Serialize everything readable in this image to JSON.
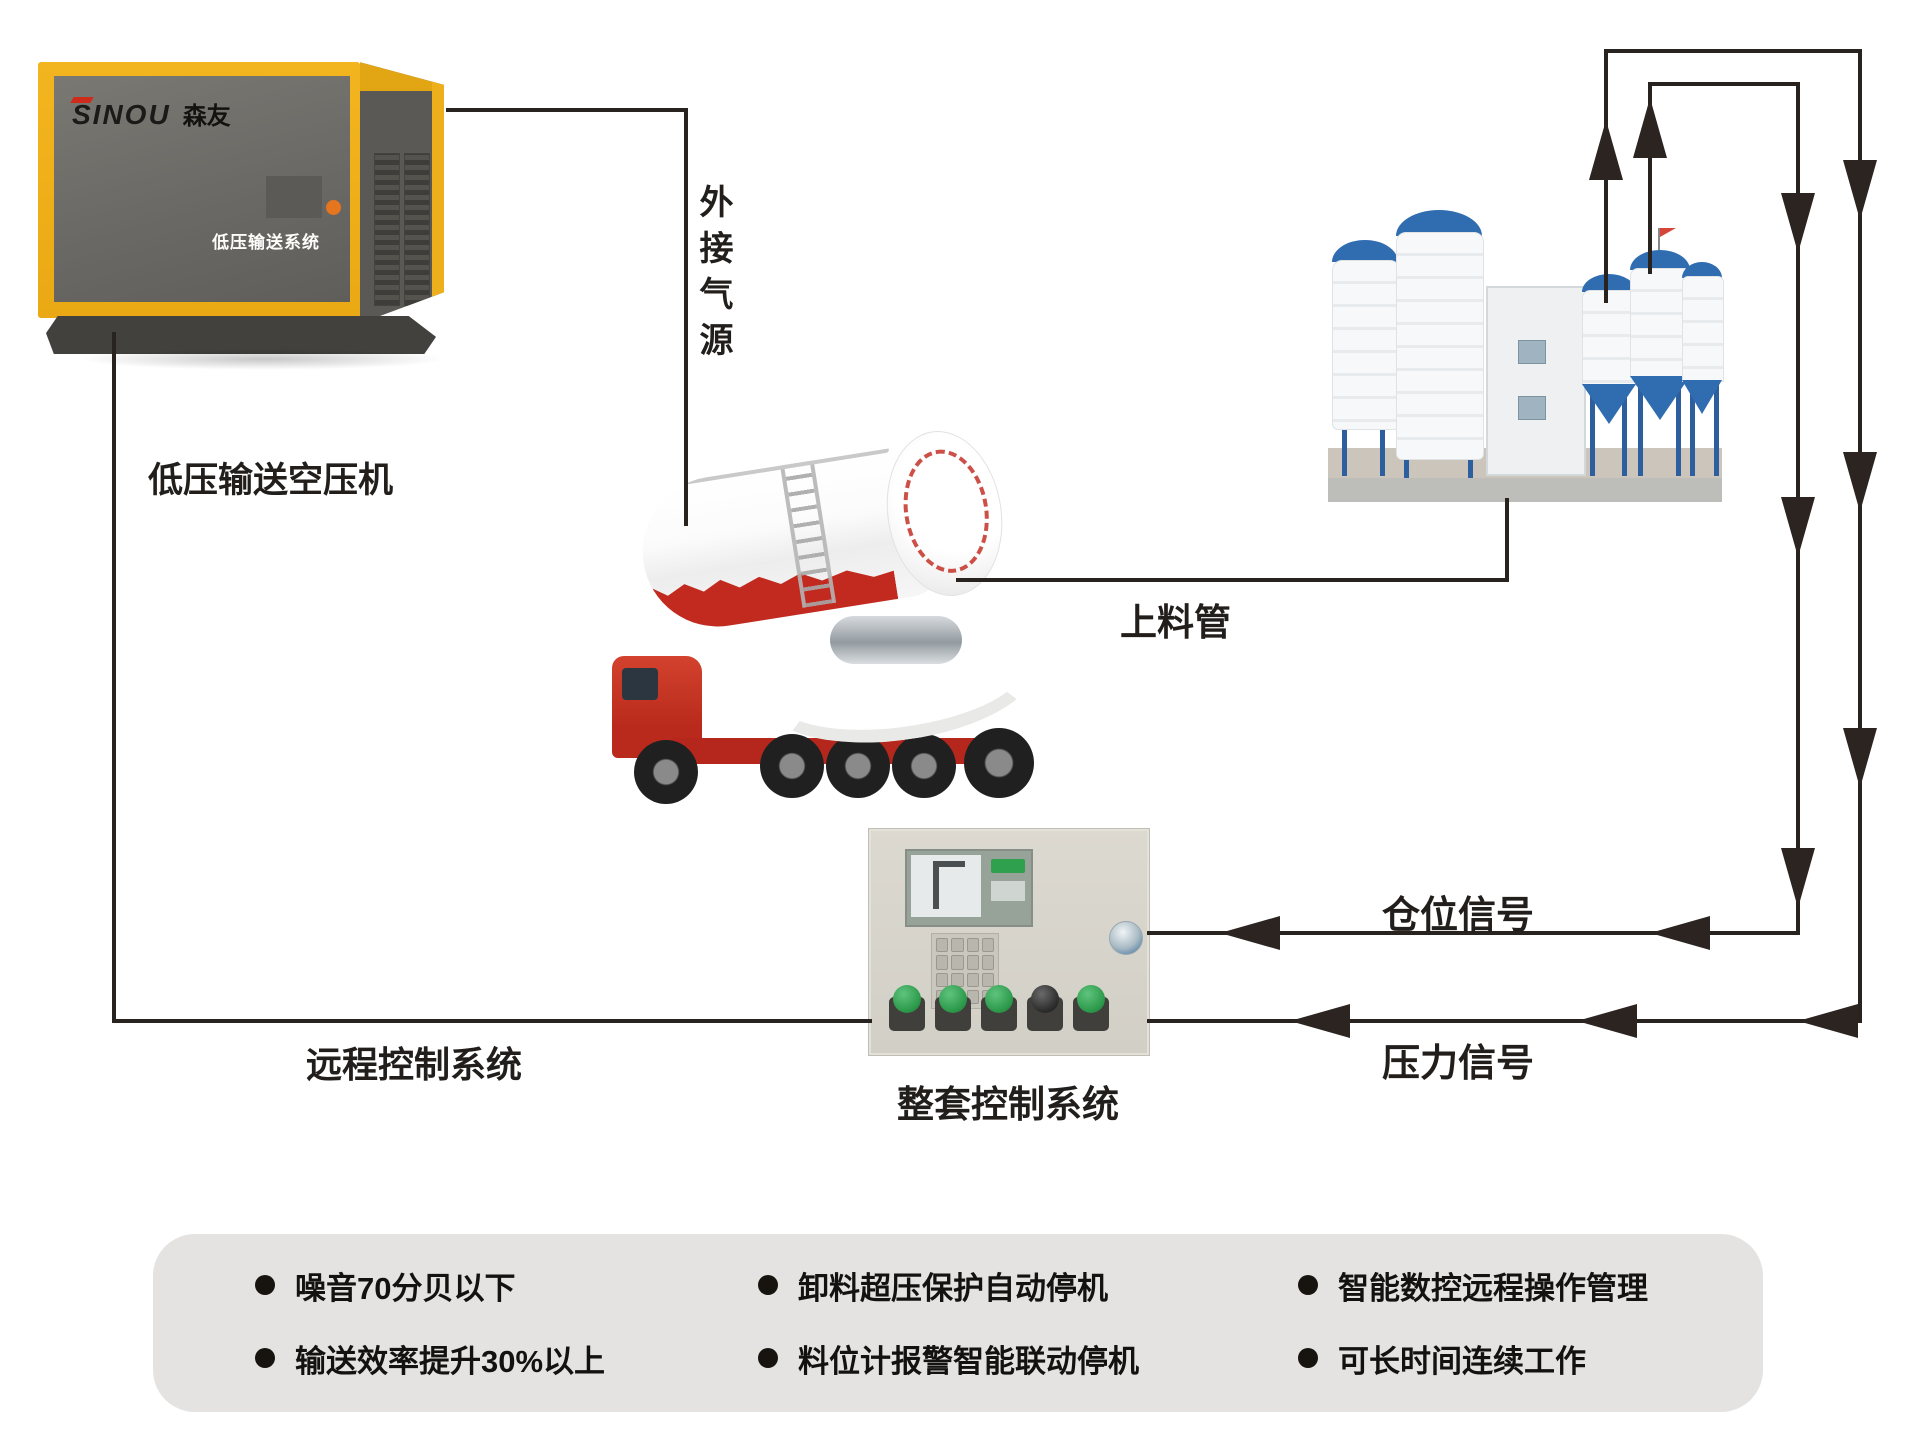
{
  "compressor": {
    "brand": "SINOU",
    "brand_cn": "森友",
    "panel_label": "低压输送系统",
    "caption": "低压输送空压机",
    "colors": {
      "frame": "#f1b11c",
      "front_panel": "#6b6965",
      "accent_red": "#ce2b1b",
      "indicator_dot": "#e5761f"
    }
  },
  "labels": {
    "external_air_source": "外接气源",
    "feed_pipe": "上料管",
    "bin_level_signal": "仓位信号",
    "pressure_signal": "压力信号",
    "remote_control": "远程控制系统",
    "control_system": "整套控制系统"
  },
  "features": {
    "background": "#e4e3e1",
    "columns": [
      {
        "items": [
          "噪音70分贝以下",
          "输送效率提升30%以上"
        ]
      },
      {
        "items": [
          "卸料超压保护自动停机",
          "料位计报警智能联动停机"
        ]
      },
      {
        "items": [
          "智能数控远程操作管理",
          "可长时间连续工作"
        ]
      }
    ]
  },
  "line_color": "#29231f"
}
